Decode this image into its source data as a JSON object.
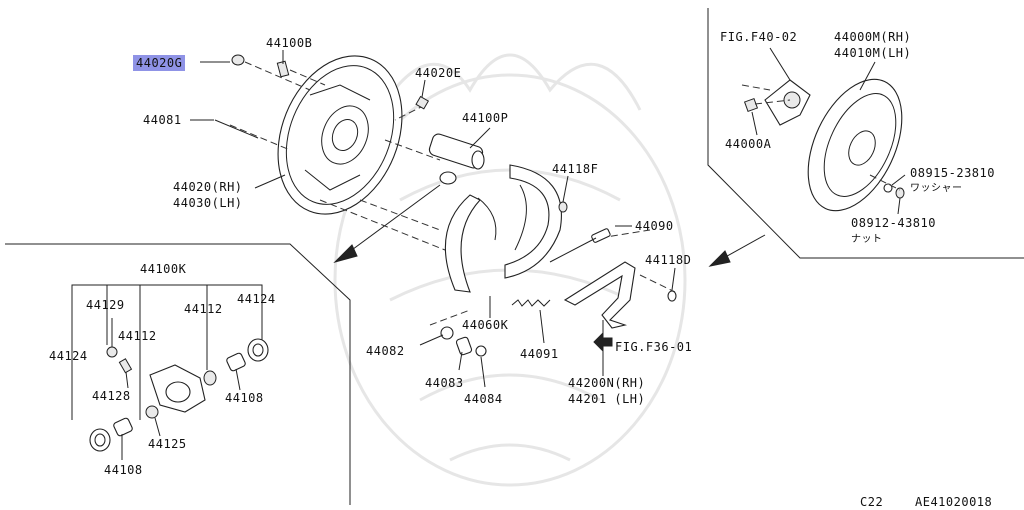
{
  "labels": {
    "l44020g": "44020G",
    "l44100b": "44100B",
    "l44020e": "44020E",
    "l44081": "44081",
    "l44100p": "44100P",
    "l44020rh": "44020(RH)",
    "l44030lh": "44030(LH)",
    "l44118f": "44118F",
    "l44090": "44090",
    "l44118d": "44118D",
    "l44060k": "44060K",
    "l44082": "44082",
    "l44083": "44083",
    "l44084": "44084",
    "l44091": "44091",
    "lfigf3601": "FIG.F36-01",
    "l44200n": "44200N(RH)",
    "l44201": "44201 (LH)",
    "lfigf4002": "FIG.F40-02",
    "l44000m": "44000M(RH)",
    "l44010m": "44010M(LH)",
    "l44000a": "44000A",
    "l08915": "08915-23810",
    "lwasher": "ワッシャー",
    "l08912": "08912-43810",
    "lnut": "ナット",
    "l44100k": "44100K",
    "l44129": "44129",
    "l44112a": "44112",
    "l44112b": "44112",
    "l44124a": "44124",
    "l44124b": "44124",
    "l44128": "44128",
    "l44125": "44125",
    "l44108a": "44108",
    "l44108b": "44108"
  },
  "footer": {
    "model": "C22",
    "code": "AE41020018"
  },
  "colors": {
    "highlight": "#8f93e6",
    "line": "#222222",
    "watermark": "#e6e6e6"
  }
}
